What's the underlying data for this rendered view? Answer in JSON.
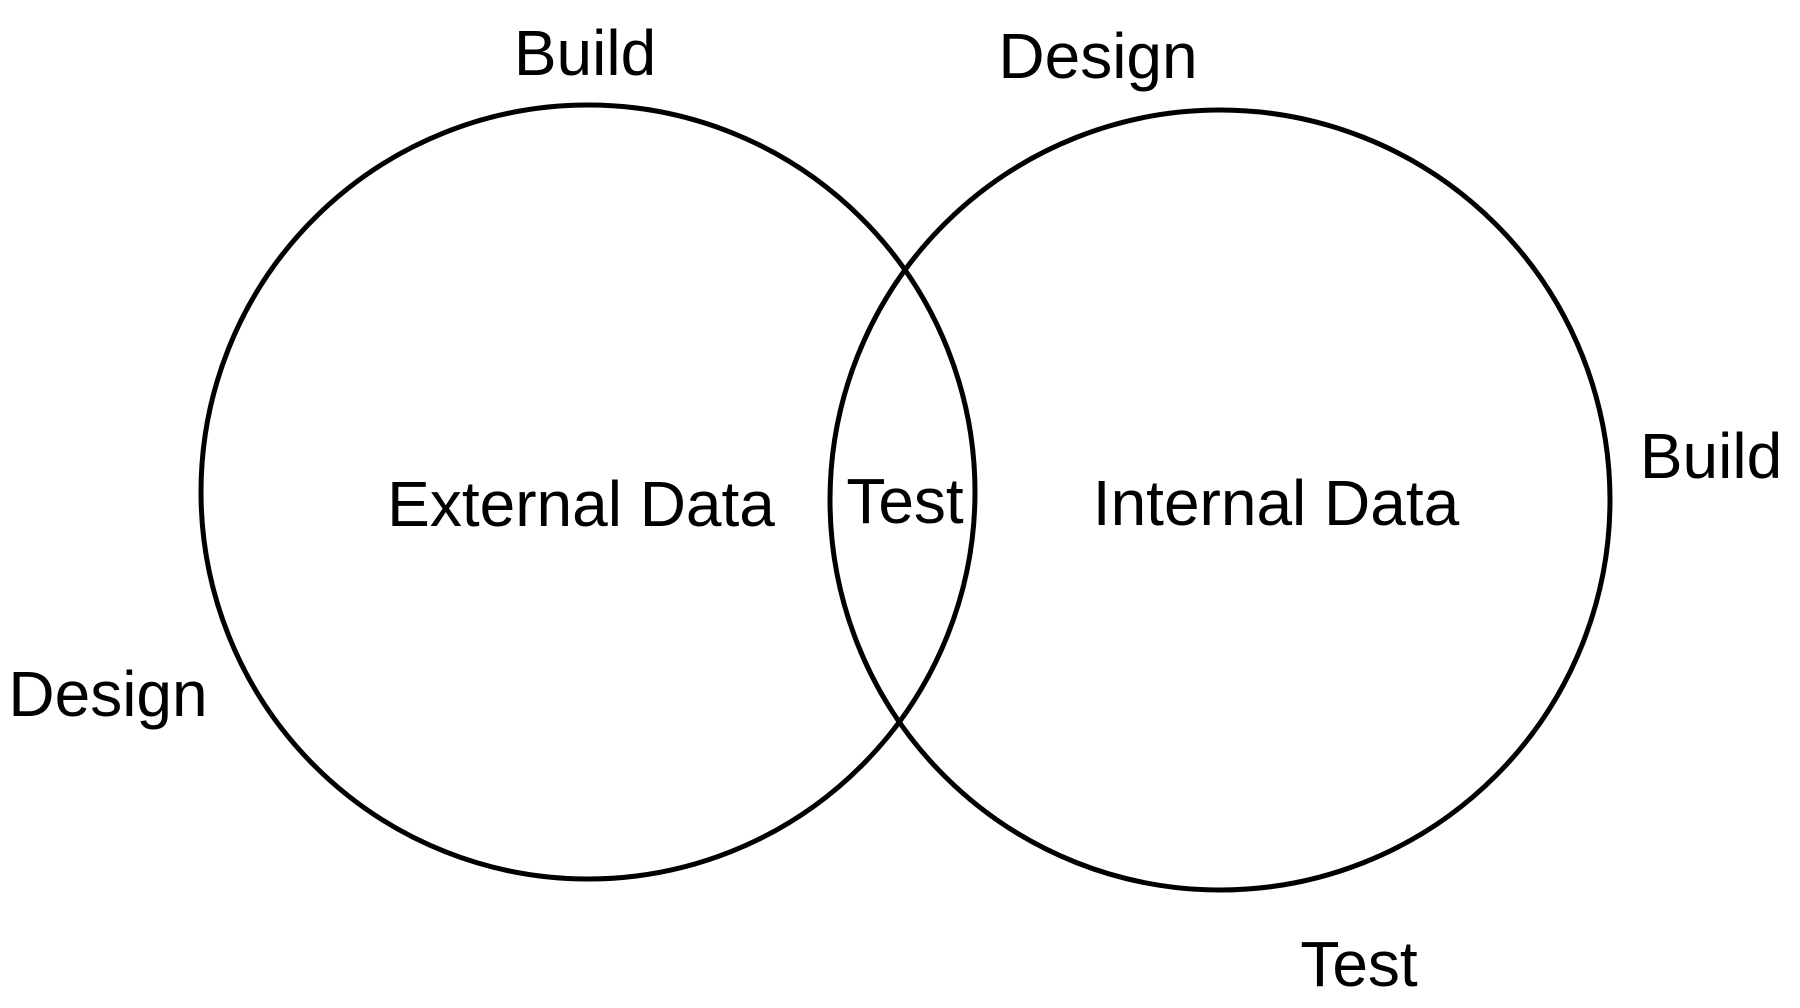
{
  "diagram": {
    "type": "venn-diagram",
    "background_color": "#ffffff",
    "stroke_color": "#000000",
    "text_color": "#000000",
    "left_circle": {
      "region_label": "External Data",
      "outer_label_top": "Build",
      "outer_label_bottom_left": "Design"
    },
    "right_circle": {
      "region_label": "Internal Data",
      "outer_label_top": "Design",
      "outer_label_right": "Build",
      "outer_label_bottom": "Test"
    },
    "intersection": {
      "label": "Test"
    }
  }
}
